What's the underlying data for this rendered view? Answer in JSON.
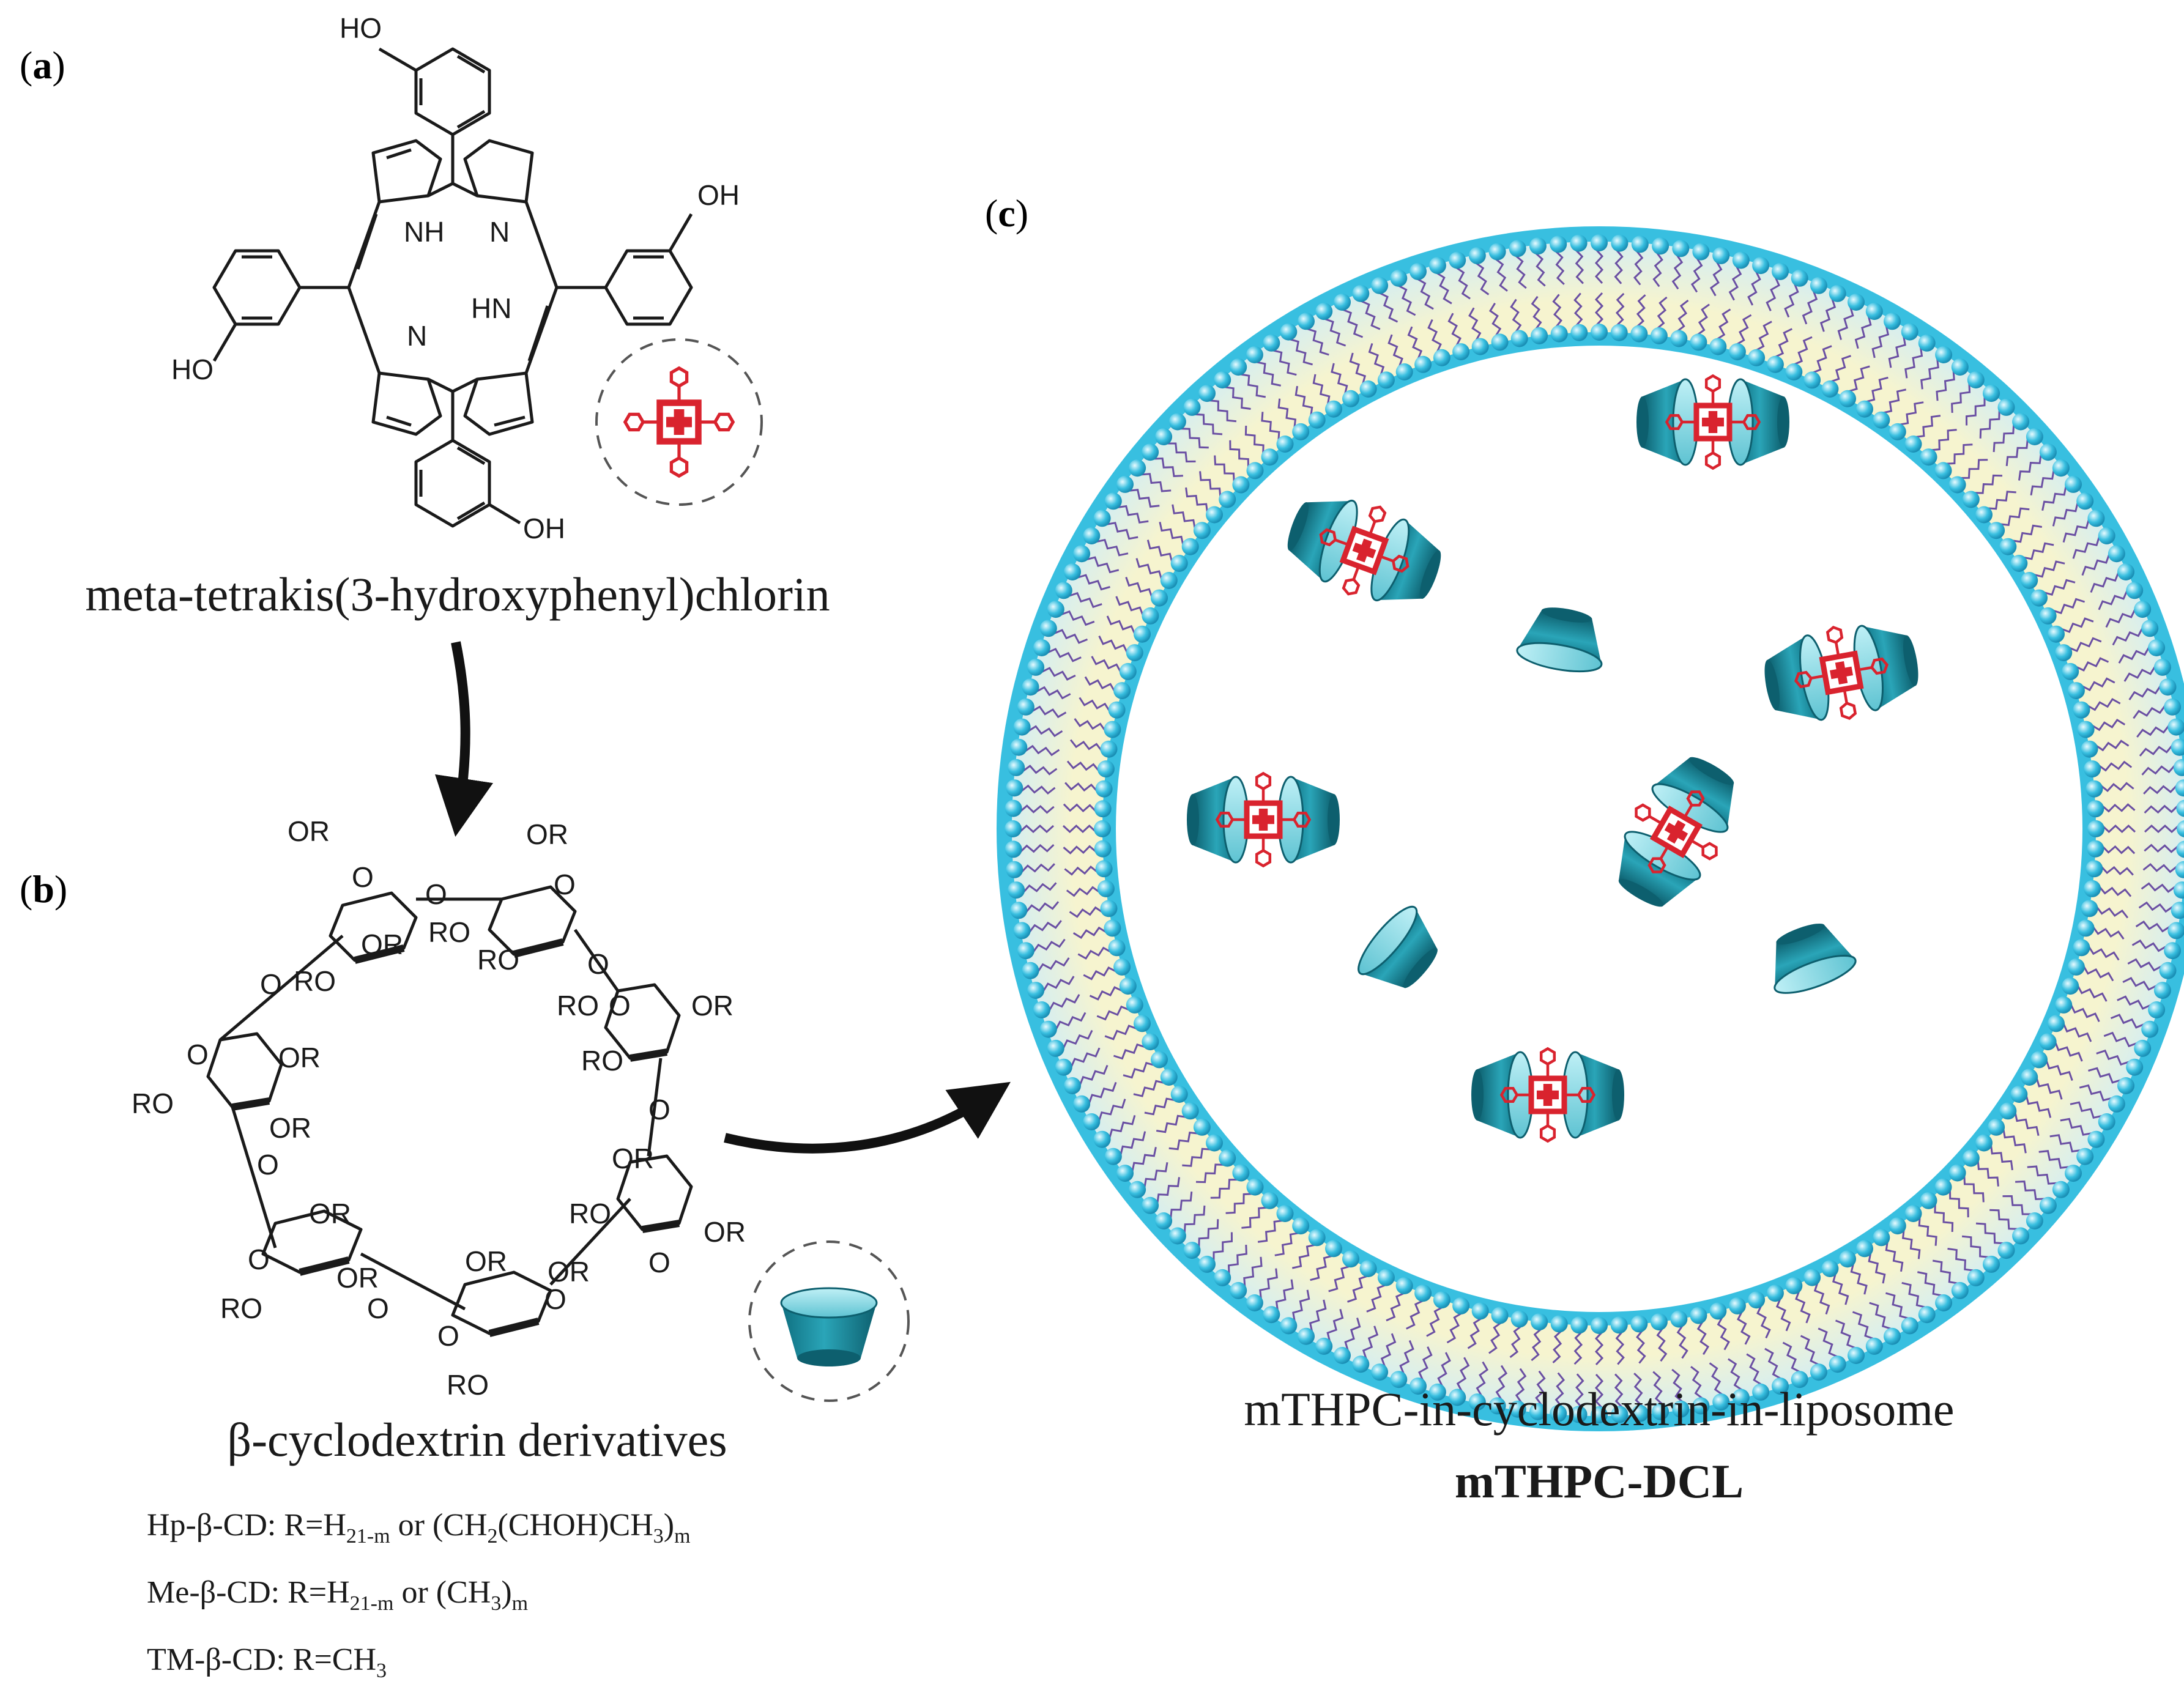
{
  "panels": {
    "a": {
      "label": "a",
      "caption": "meta-tetrakis(3-hydroxyphenyl)chlorin"
    },
    "b": {
      "label": "b",
      "caption": "β-cyclodextrin derivatives",
      "formulas": [
        {
          "prefix": "Hp-β-CD: R=H",
          "sub1": "21-m",
          "mid": " or (CH",
          "sub2": "2",
          "mid2": "(CHOH)CH",
          "sub3": "3",
          "close": ")",
          "sub4": "m"
        },
        {
          "prefix": "Me-β-CD: R=H",
          "sub1": "21-m",
          "mid": " or (CH",
          "sub2": "3",
          "close": ")",
          "sub4": "m"
        },
        {
          "prefix": "TM-β-CD: R=CH",
          "sub1": "3"
        }
      ]
    },
    "c": {
      "label": "c",
      "caption": "mTHPC-in-cyclodextrin-in-liposome",
      "caption_bold": "mTHPC-DCL"
    }
  },
  "structure_labels": {
    "porphyrin": {
      "oh": "OH",
      "ho": "HO",
      "nh": "NH",
      "n": "N",
      "hn": "HN"
    },
    "cyclodextrin": {
      "or": "OR",
      "ro": "RO",
      "o": "O"
    }
  },
  "colors": {
    "teal": "#1e8a9b",
    "teal_light": "#7fd0dc",
    "red": "#d9232e",
    "lipid_head": "#38bfe0",
    "lipid_tail": "#6a4fa3",
    "bilayer_core": "#f6f4cf"
  },
  "icons": [
    "porphyrin-icon",
    "cyclodextrin-cup-icon",
    "liposome-icon",
    "inclusion-complex-icon"
  ]
}
